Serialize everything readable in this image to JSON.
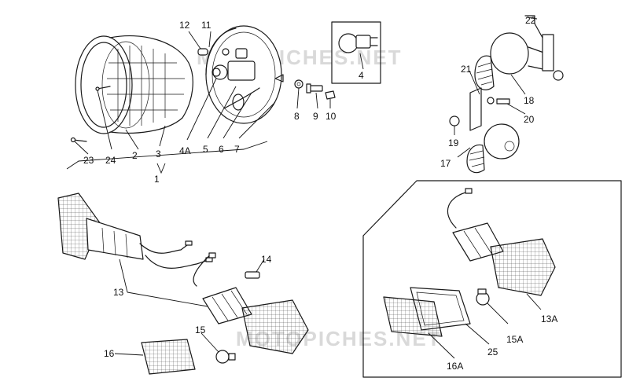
{
  "watermark": "MOTOPICHES.NET",
  "callouts": {
    "c1": "1",
    "c2": "2",
    "c3": "3",
    "c4": "4",
    "c4a": "4A",
    "c5": "5",
    "c6": "6",
    "c7": "7",
    "c8": "8",
    "c9": "9",
    "c10": "10",
    "c11": "11",
    "c12": "12",
    "c13": "13",
    "c13a": "13A",
    "c14": "14",
    "c15": "15",
    "c15a": "15A",
    "c16": "16",
    "c16a": "16A",
    "c17": "17",
    "c18": "18",
    "c19": "19",
    "c20": "20",
    "c21": "21",
    "c22": "22",
    "c23": "23",
    "c24": "24",
    "c25": "25"
  }
}
